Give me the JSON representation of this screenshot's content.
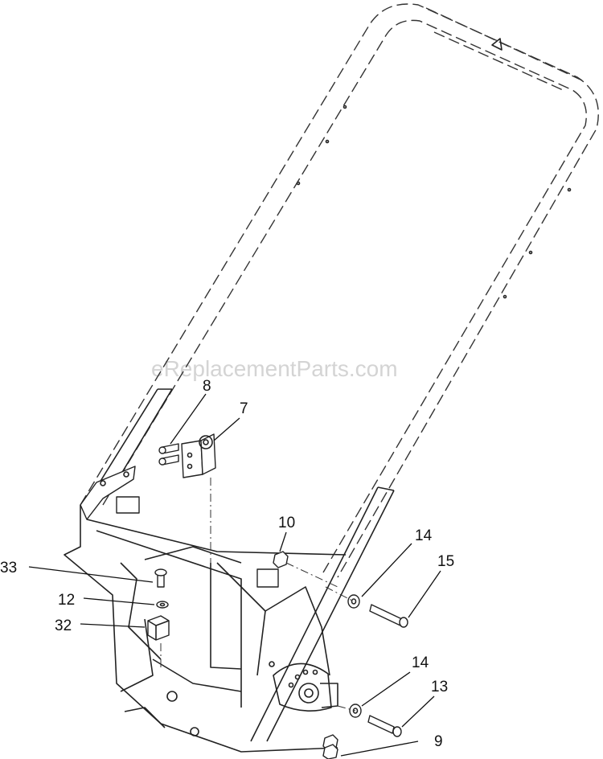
{
  "watermark": "eReplacementParts.com",
  "callouts": {
    "c33": "33",
    "c12": "12",
    "c32": "32",
    "c8": "8",
    "c7": "7",
    "c10": "10",
    "c14a": "14",
    "c15": "15",
    "c14b": "14",
    "c13": "13",
    "c9": "9"
  }
}
